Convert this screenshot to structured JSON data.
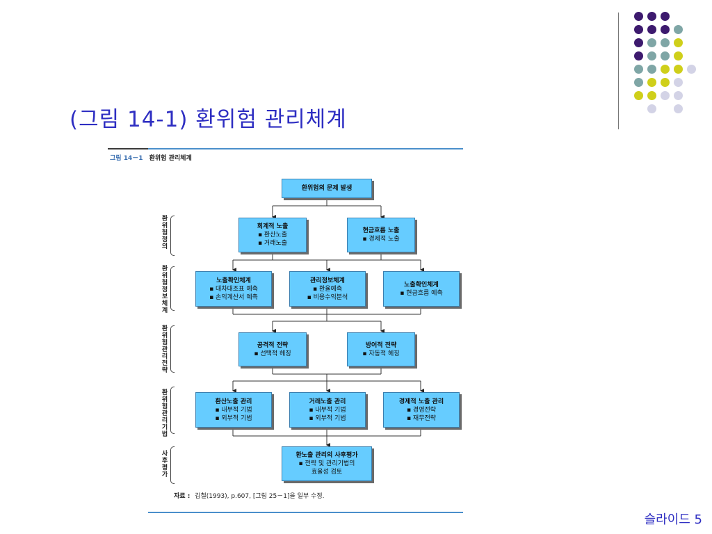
{
  "slide_title": "(그림 14-1) 환위험 관리체계",
  "slide_number_label": "슬라이드 5",
  "figure": {
    "caption_number": "그림 14－1",
    "caption_title": "환위험 관리체계",
    "top_box": "환위험의 문제 발생",
    "rows": [
      {
        "label": "환위험정의",
        "boxes": [
          {
            "title": "회계적 노출",
            "items": [
              "▪ 환산노출",
              "▪ 거래노출"
            ]
          },
          {
            "title": "현금흐름 노출",
            "items": [
              "▪ 경제적 노출"
            ]
          }
        ]
      },
      {
        "label": "환위험정보체계",
        "boxes": [
          {
            "title": "노출확인체계",
            "items": [
              "▪ 대차대조표 예측",
              "▪ 손익계산서 예측"
            ]
          },
          {
            "title": "관리정보체계",
            "items": [
              "▪ 환율예측",
              "▪ 비용수익분석"
            ]
          },
          {
            "title": "노출확인체계",
            "items": [
              "▪ 현금흐름 예측"
            ]
          }
        ]
      },
      {
        "label": "환위험관리전략",
        "boxes": [
          {
            "title": "공격적 전략",
            "items": [
              "▪ 선택적 헤징"
            ]
          },
          {
            "title": "방어적 전략",
            "items": [
              "▪ 자동적 헤징"
            ]
          }
        ]
      },
      {
        "label": "환위험관리기법",
        "boxes": [
          {
            "title": "환산노출 관리",
            "items": [
              "▪ 내부적 기법",
              "▪ 외부적 기법"
            ]
          },
          {
            "title": "거래노출 관리",
            "items": [
              "▪ 내부적 기법",
              "▪ 외부적 기법"
            ]
          },
          {
            "title": "경제적 노출 관리",
            "items": [
              "▪ 경영전략",
              "▪ 재무전략"
            ]
          }
        ]
      },
      {
        "label": "사후평가",
        "boxes": [
          {
            "title": "환노출 관리의 사후평가",
            "items": [
              "▪ 전략 및 관리기법의",
              "효율성 검토"
            ]
          }
        ]
      }
    ],
    "source_label": "자료 :",
    "source_text": "김철(1993), p.607, [그림 25－1]을 일부 수정."
  },
  "decor": {
    "dot_colors": {
      "purple": "#3D1A6E",
      "teal": "#7FA6A6",
      "yellow": "#CFCF1A",
      "lavender": "#D3D3E6"
    },
    "dot_grid": [
      [
        "purple",
        "purple",
        "purple"
      ],
      [
        "purple",
        "purple",
        "purple",
        "teal"
      ],
      [
        "purple",
        "teal",
        "teal",
        "yellow"
      ],
      [
        "purple",
        "teal",
        "teal",
        "yellow"
      ],
      [
        "teal",
        "teal",
        "yellow",
        "yellow",
        "lavender"
      ],
      [
        "teal",
        "yellow",
        "yellow",
        "lavender"
      ],
      [
        "yellow",
        "yellow",
        "lavender",
        "lavender"
      ],
      [
        "",
        "lavender",
        "",
        "lavender"
      ]
    ],
    "accent_color": "#2E2EC2",
    "box_color": "#66CCFF"
  }
}
